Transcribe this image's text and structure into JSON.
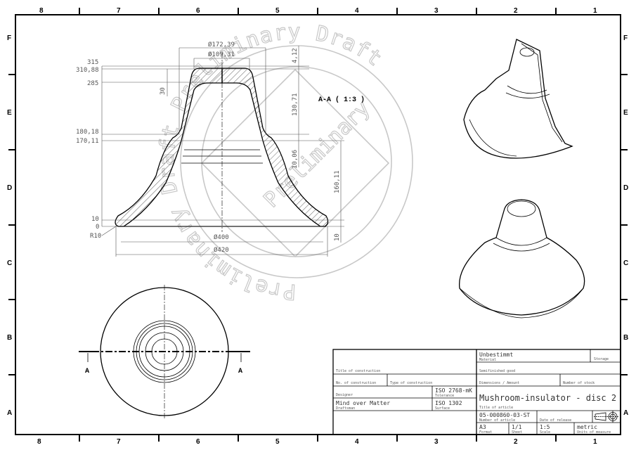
{
  "drawing": {
    "column_labels": [
      "8",
      "7",
      "6",
      "5",
      "4",
      "3",
      "2",
      "1"
    ],
    "row_labels": [
      "F",
      "E",
      "D",
      "C",
      "B",
      "A"
    ],
    "section_title": "A-A ( 1:3 )",
    "section_marker": "A",
    "dimensions": {
      "dia_top_outer": "Ø172,39",
      "dia_top_inner": "Ø109,31",
      "dia_base_inner": "Ø400",
      "dia_base_outer": "Ø420",
      "height_315": "315",
      "height_310_88": "310,88",
      "height_285": "285",
      "height_180_18": "180,18",
      "height_170_11": "170,11",
      "height_10": "10",
      "height_0": "0",
      "radius": "R10",
      "wall_30": "30",
      "gap_4_12": "4,12",
      "span_130_71": "130,71",
      "span_10_06": "10,06",
      "span_160_11": "160,11",
      "span_10": "10"
    },
    "watermark": {
      "outer_text": "Preliminary Draft Preliminary Draft",
      "inner_text": "Preliminary"
    }
  },
  "title_block": {
    "material_value": "Unbestimmt",
    "material_label": "Material",
    "storage_label": "Storage",
    "semifinished_label": "Semifinished good",
    "title_construction_label": "Title of construction",
    "no_construction_label": "No. of construction",
    "type_construction_label": "Type of construction",
    "dimensions_label": "Dimensions / Amount",
    "number_stock_label": "Number of stock",
    "designer_label": "Designer",
    "tolerance_value": "ISO 2768-mK",
    "tolerance_label": "Tolerance",
    "article_title": "Mushroom-insulator - disc 2",
    "article_title_label": "Title of article",
    "draftsman_value": "Mind over Matter",
    "draftsman_label": "Draftsman",
    "surface_value": "ISO 1302",
    "surface_label": "Surface",
    "article_number": "05-000860-03-ST",
    "article_number_label": "Number of article",
    "release_label": "Date of release",
    "format_value": "A3",
    "format_label": "Format",
    "sheet_value": "1/1",
    "sheet_label": "Sheet",
    "scale_value": "1:5",
    "scale_label": "Scale",
    "units_value": "metric",
    "units_label": "Units of measure"
  }
}
